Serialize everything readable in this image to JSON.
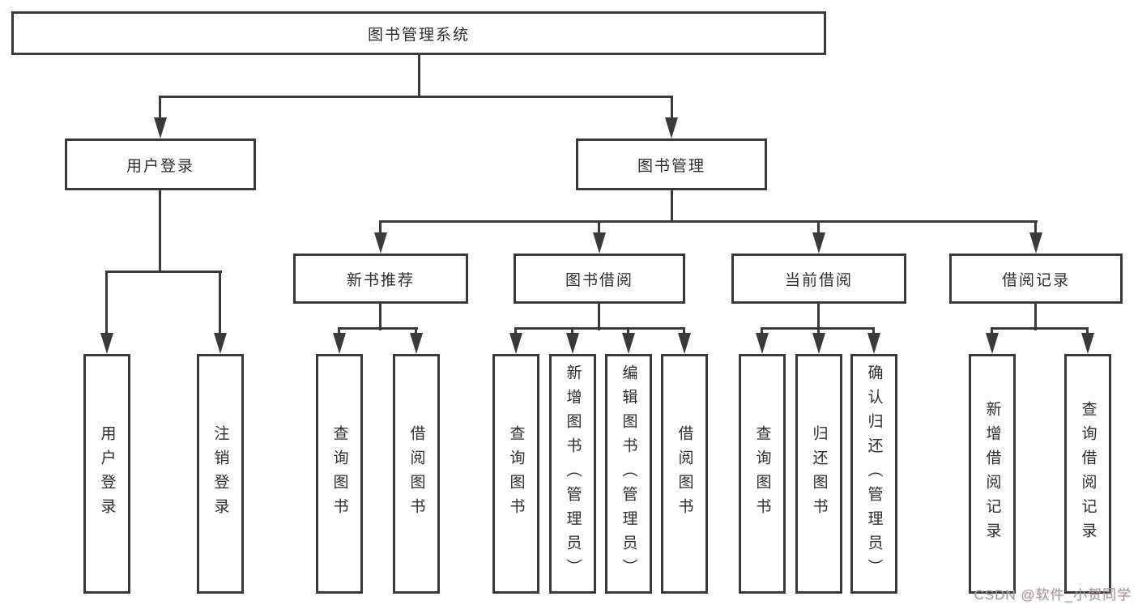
{
  "diagram_title": "图书管理系统",
  "tree": {
    "root": {
      "label": "图书管理系统"
    },
    "branches": [
      {
        "label": "用户登录",
        "children": [
          {
            "label": "用户登录"
          },
          {
            "label": "注销登录"
          }
        ]
      },
      {
        "label": "图书管理",
        "children": [
          {
            "label": "新书推荐",
            "children": [
              {
                "label": "查询图书"
              },
              {
                "label": "借阅图书"
              }
            ]
          },
          {
            "label": "图书借阅",
            "children": [
              {
                "label": "查询图书"
              },
              {
                "label": "新增图书（管理员）"
              },
              {
                "label": "编辑图书（管理员）"
              },
              {
                "label": "借阅图书"
              }
            ]
          },
          {
            "label": "当前借阅",
            "children": [
              {
                "label": "查询图书"
              },
              {
                "label": "归还图书"
              },
              {
                "label": "确认归还（管理员）"
              }
            ]
          },
          {
            "label": "借阅记录",
            "children": [
              {
                "label": "新增借阅记录"
              },
              {
                "label": "查询借阅记录"
              }
            ]
          }
        ]
      }
    ]
  },
  "watermark": {
    "text": "CSDN @软件_小贺同学"
  },
  "colors": {
    "line": "#3a3a3a",
    "text": "#2d2d2d",
    "background": "#ffffff",
    "watermark": "#9e9e9e"
  }
}
